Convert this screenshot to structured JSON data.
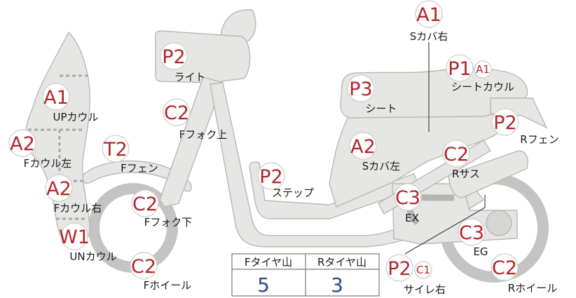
{
  "parts": [
    {
      "id": "s-cover-right",
      "grade": "A1",
      "label": "Sカバ右"
    },
    {
      "id": "light",
      "grade": "P2",
      "label": "ライト"
    },
    {
      "id": "seat-cowl",
      "grade": "P1",
      "extra": "A1",
      "label": "シートカウル"
    },
    {
      "id": "seat",
      "grade": "P3",
      "label": "シート"
    },
    {
      "id": "up-cowl",
      "grade": "A1",
      "label": "UPカウル"
    },
    {
      "id": "fork-upper",
      "grade": "C2",
      "label": "Fフォク上"
    },
    {
      "id": "r-fender",
      "grade": "P2",
      "label": "Rフェン"
    },
    {
      "id": "f-cowl-left",
      "grade": "A2",
      "label": "Fカウル左"
    },
    {
      "id": "f-fender",
      "grade": "T2",
      "label": "Fフェン"
    },
    {
      "id": "s-cover-left",
      "grade": "A2",
      "label": "Sカバ左"
    },
    {
      "id": "r-suspension",
      "grade": "C2",
      "label": "Rサス"
    },
    {
      "id": "step",
      "grade": "P2",
      "label": "ステップ"
    },
    {
      "id": "f-cowl-right",
      "grade": "A2",
      "label": "Fカウル右"
    },
    {
      "id": "fork-lower",
      "grade": "C2",
      "label": "Fフォク下"
    },
    {
      "id": "exhaust",
      "grade": "C3",
      "label": "EX"
    },
    {
      "id": "under-cowl",
      "grade": "W1",
      "label": "UNカウル"
    },
    {
      "id": "engine",
      "grade": "C3",
      "label": "EG"
    },
    {
      "id": "f-wheel",
      "grade": "C2",
      "label": "Fホイール"
    },
    {
      "id": "muffler-right",
      "grade": "P2",
      "extra": "C1",
      "label": "サイレ右"
    },
    {
      "id": "r-wheel",
      "grade": "C2",
      "label": "Rホイール"
    }
  ],
  "tire_table": {
    "headers": [
      "Fタイヤ山",
      "Rタイヤ山"
    ],
    "values": [
      "5",
      "3"
    ]
  },
  "colors": {
    "grade": "#b2262b",
    "tire_value": "#2b4a86",
    "part_fill": "#e6e6e4"
  }
}
